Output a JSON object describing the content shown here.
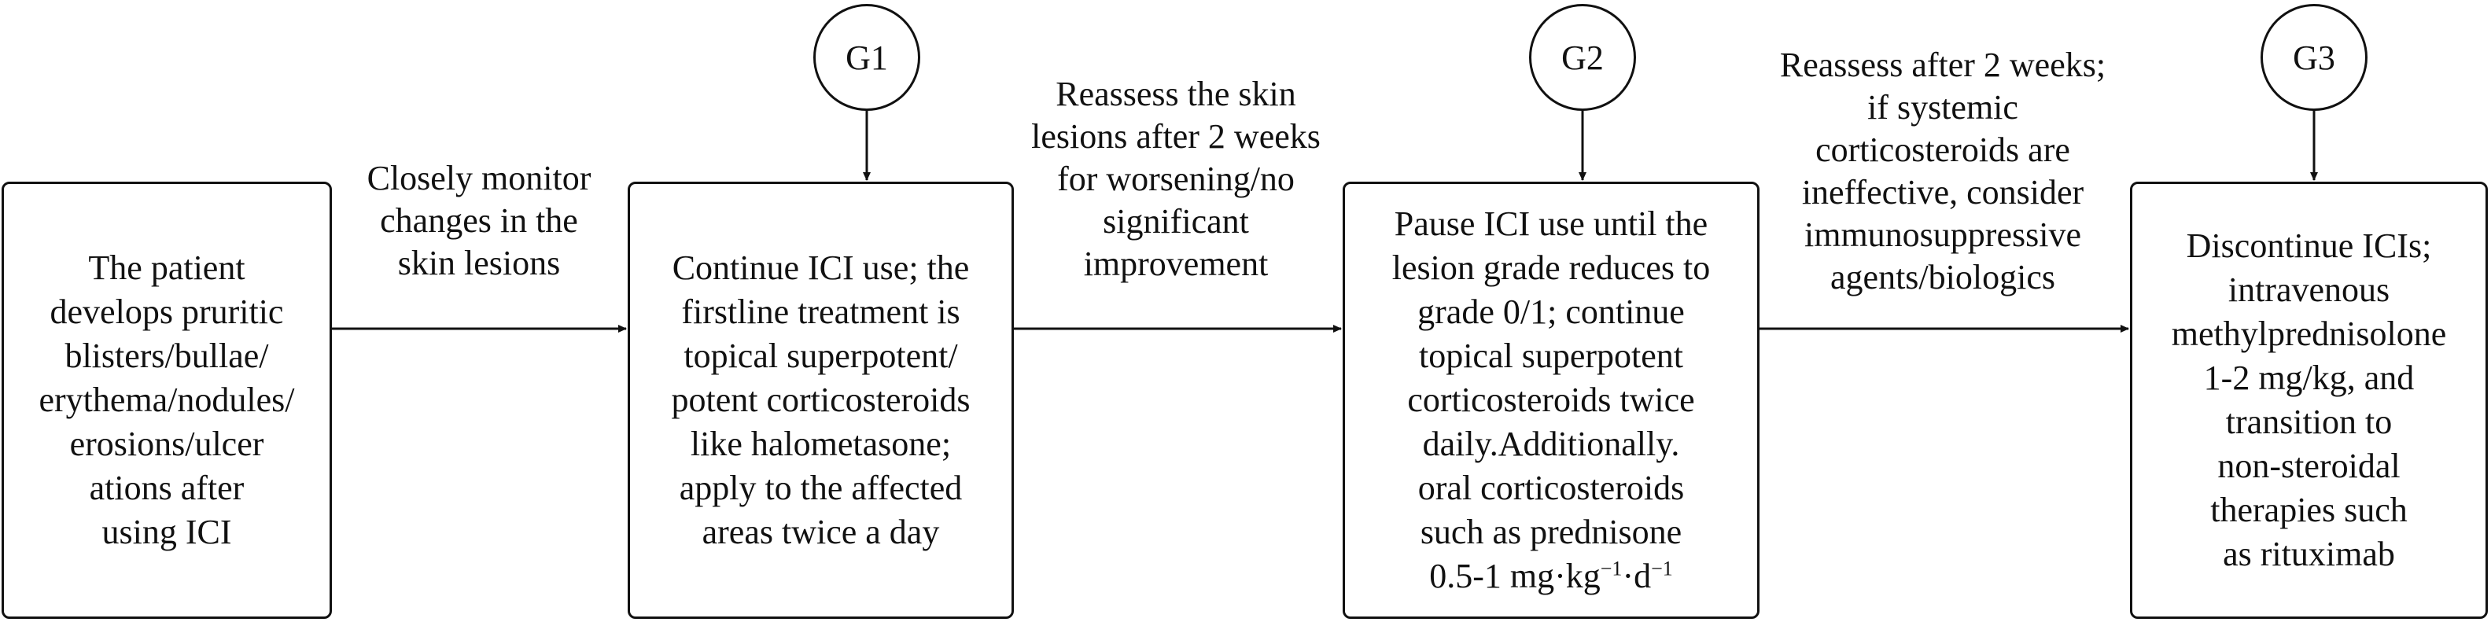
{
  "steps": [
    {
      "text": "The patient\ndevelops pruritic\nblisters/bullae/\nerythema/nodules/\nerosions/ulcer\nations after\nusing ICI"
    },
    {
      "text": "Continue ICI use; the\nfirstline treatment is\ntopical superpotent/\npotent corticosteroids\nlike halometasone;\napply to the affected\nareas twice a day"
    },
    {
      "text": "Pause ICI use until the\nlesion grade reduces to\ngrade 0/1; continue\ntopical superpotent\ncorticosteroids twice\ndaily.Additionally.\noral corticosteroids\nsuch as prednisone",
      "dose_value": "0.5-1 mg·kg",
      "dose_exp1": "−1",
      "dose_mid": "·d",
      "dose_exp2": "−1"
    },
    {
      "text": "Discontinue ICIs;\nintravenous\nmethylprednisolone\n1-2 mg/kg, and\ntransition to\nnon-steroidal\ntherapies such\nas rituximab"
    }
  ],
  "transitions": [
    {
      "text": "Closely monitor\nchanges in the\nskin lesions"
    },
    {
      "text": "Reassess the skin\nlesions after 2 weeks\nfor worsening/no\nsignificant\nimprovement"
    },
    {
      "text": "Reassess after 2 weeks;\nif systemic\ncorticosteroids are\nineffective, consider\nimmunosuppressive\nagents/biologics"
    }
  ],
  "grades": [
    {
      "label": "G1"
    },
    {
      "label": "G2"
    },
    {
      "label": "G3"
    }
  ]
}
